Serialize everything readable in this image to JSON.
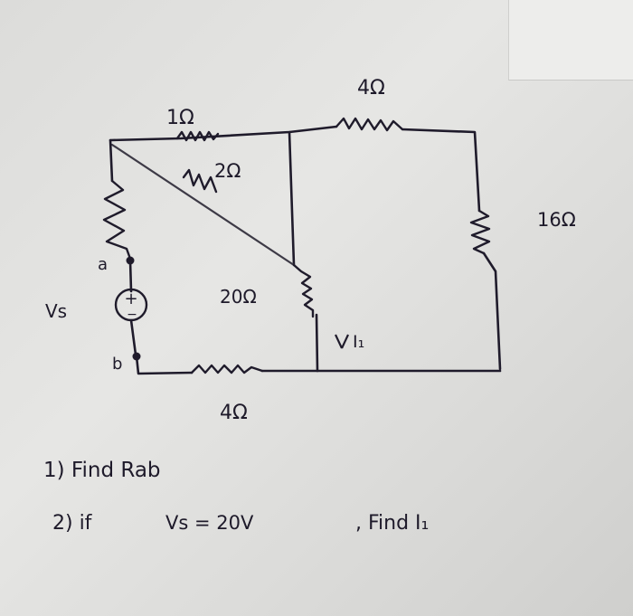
{
  "labels": {
    "r_top_left": "1Ω",
    "r_diagonal": "2Ω",
    "r_top_right": "4Ω",
    "r_right": "16Ω",
    "r_middle": "20Ω",
    "r_bottom": "4Ω",
    "node_a": "a",
    "node_b": "b",
    "source": "Vs",
    "source_plus": "+",
    "source_minus": "−",
    "current_label": "I₁"
  },
  "questions": {
    "q1": "1) Find Rab",
    "q2_part1": "2) if",
    "q2_part2": "Vs = 20V",
    "q2_part3": ", Find I₁"
  }
}
